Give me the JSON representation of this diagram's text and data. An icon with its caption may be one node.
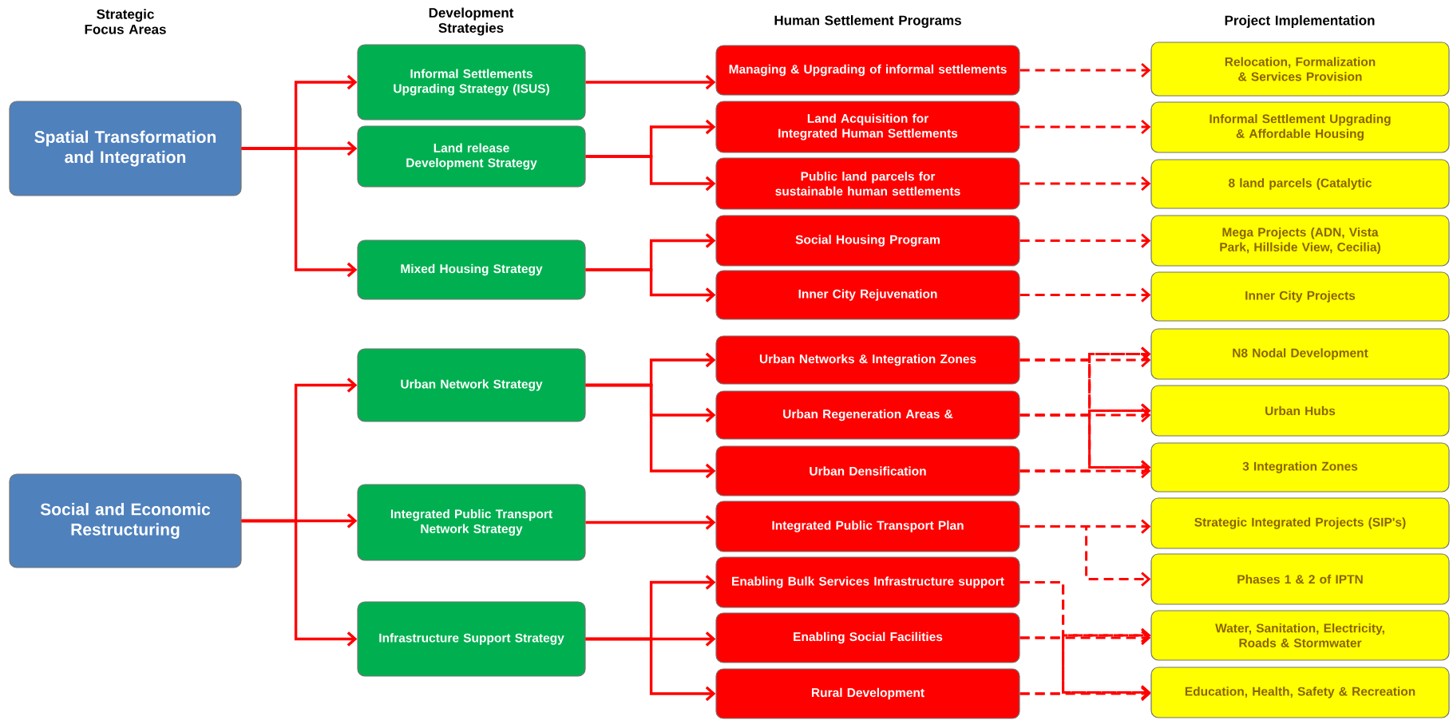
{
  "diagram": {
    "nodes": [
      {
        "text": [
          "Spatial Transformation and Integration"
        ]
      },
      {
        "text": [
          "Social and Economic Restructuring"
        ]
      },
      {
        "text": [
          "Informal Settlements Upgrading Strategy (ISUS)"
        ]
      },
      {
        "text": [
          "Land release Development Strategy"
        ]
      },
      {
        "text": [
          "Mixed Housing Strategy"
        ]
      },
      {
        "text": [
          "Urban Network Strategy"
        ]
      },
      {
        "text": [
          "Integrated Public Transport Network Strategy"
        ]
      },
      {
        "text": [
          "Infrastructure Support Strategy"
        ]
      },
      {
        "text": [
          "Managing & Upgrading of informal settlements"
        ]
      },
      {
        "text": [
          "Land Acquisition for Integrated Human Settlements"
        ]
      },
      {
        "text": [
          "Public land parcels for sustainable human settlements"
        ]
      },
      {
        "text": [
          "Social Housing Program"
        ]
      },
      {
        "text": [
          "Inner City Rejuvenation"
        ]
      },
      {
        "text": [
          "Urban Networks & Integration Zones"
        ]
      },
      {
        "text": [
          "Urban Regeneration Areas &"
        ]
      },
      {
        "text": [
          "Urban Densification"
        ]
      },
      {
        "text": [
          "Integrated Public Transport Plan"
        ]
      },
      {
        "text": [
          "Enabling Bulk Services Infrastructure support"
        ]
      },
      {
        "text": [
          "Enabling Social Facilities"
        ]
      },
      {
        "text": [
          "Rural Development"
        ]
      },
      {
        "text": [
          "Relocation, Formalization & Services Provision"
        ]
      },
      {
        "text": [
          "Informal Settlement Upgrading & Affordable Housing"
        ]
      },
      {
        "text": [
          "8 land parcels (Catalytic"
        ]
      },
      {
        "text": [
          "Mega Projects (ADN, Vista Park, Hillside View, Cecilia)"
        ]
      },
      {
        "text": [
          "Inner City Projects"
        ]
      },
      {
        "text": [
          "N8 Nodal Development"
        ]
      },
      {
        "text": [
          "Urban Hubs"
        ]
      },
      {
        "text": [
          "3 Integration Zones"
        ]
      },
      {
        "text": [
          "Strategic Integrated Projects (SIP's)"
        ]
      },
      {
        "text": [
          "Phases 1 & 2 of IPTN"
        ]
      },
      {
        "text": [
          "Water, Sanitation, Electricity, Roads & Stormwater"
        ]
      },
      {
        "text": [
          "Education, Health, Safety & Recreation"
        ]
      }
    ],
    "edges": [
      {
        "from": 0,
        "to": 2,
        "arrow": "to"
      },
      {
        "from": 0,
        "to": 3,
        "arrow": "to"
      },
      {
        "from": 0,
        "to": 4,
        "arrow": "to"
      },
      {
        "from": 1,
        "to": 5,
        "arrow": "to"
      },
      {
        "from": 1,
        "to": 6,
        "arrow": "to"
      },
      {
        "from": 1,
        "to": 7,
        "arrow": "to"
      },
      {
        "from": 2,
        "to": 8,
        "arrow": "to"
      },
      {
        "from": 3,
        "to": 9,
        "arrow": "to"
      },
      {
        "from": 3,
        "to": 10,
        "arrow": "to"
      },
      {
        "from": 4,
        "to": 11,
        "arrow": "to"
      },
      {
        "from": 4,
        "to": 12,
        "arrow": "to"
      },
      {
        "from": 5,
        "to": 13,
        "arrow": "to"
      },
      {
        "from": 5,
        "to": 14,
        "arrow": "to"
      },
      {
        "from": 5,
        "to": 15,
        "arrow": "to"
      },
      {
        "from": 6,
        "to": 16,
        "arrow": "to"
      },
      {
        "from": 7,
        "to": 17,
        "arrow": "to"
      },
      {
        "from": 7,
        "to": 18,
        "arrow": "to"
      },
      {
        "from": 7,
        "to": 19,
        "arrow": "to"
      },
      {
        "from": 8,
        "to": 20,
        "arrow": "to",
        "style": "dashed"
      },
      {
        "from": 9,
        "to": 21,
        "arrow": "to",
        "style": "dashed"
      },
      {
        "from": 10,
        "to": 22,
        "arrow": "to",
        "style": "dashed"
      },
      {
        "from": 11,
        "to": 23,
        "arrow": "to",
        "style": "dashed"
      },
      {
        "from": 12,
        "to": 24,
        "arrow": "to",
        "style": "dashed"
      },
      {
        "from": 13,
        "to": 25,
        "arrow": "to",
        "style": "dashed"
      },
      {
        "from": 13,
        "to": 26,
        "arrow": "to",
        "style": "dashed"
      },
      {
        "from": 13,
        "to": 27,
        "arrow": "to",
        "style": "dashed"
      },
      {
        "from": 14,
        "to": 25,
        "arrow": "to",
        "style": "dashed"
      },
      {
        "from": 14,
        "to": 26,
        "arrow": "to",
        "style": "dashed"
      },
      {
        "from": 14,
        "to": 27,
        "arrow": "to",
        "style": "dashed"
      },
      {
        "from": 15,
        "to": 25,
        "arrow": "to",
        "style": "dashed"
      },
      {
        "from": 15,
        "to": 26,
        "arrow": "to",
        "style": "dashed"
      },
      {
        "from": 15,
        "to": 27,
        "arrow": "to",
        "style": "dashed"
      },
      {
        "from": 16,
        "to": 28,
        "arrow": "to",
        "style": "dashed"
      },
      {
        "from": 16,
        "to": 29,
        "arrow": "to",
        "style": "dashed"
      },
      {
        "from": 17,
        "to": 30,
        "arrow": "to",
        "style": "dashed"
      },
      {
        "from": 17,
        "to": 31,
        "arrow": "to",
        "style": "dashed"
      },
      {
        "from": 18,
        "to": 30,
        "arrow": "to",
        "style": "dashed"
      },
      {
        "from": 18,
        "to": 31,
        "arrow": "to",
        "style": "dashed"
      },
      {
        "from": 19,
        "to": 30,
        "arrow": "to",
        "style": "dashed"
      },
      {
        "from": 19,
        "to": 31,
        "arrow": "to",
        "style": "dashed"
      }
    ],
    "labels": [
      "Strategic Focus Areas",
      "Development Strategies",
      "Human Settlement Programs",
      "Project Implementation"
    ]
  }
}
